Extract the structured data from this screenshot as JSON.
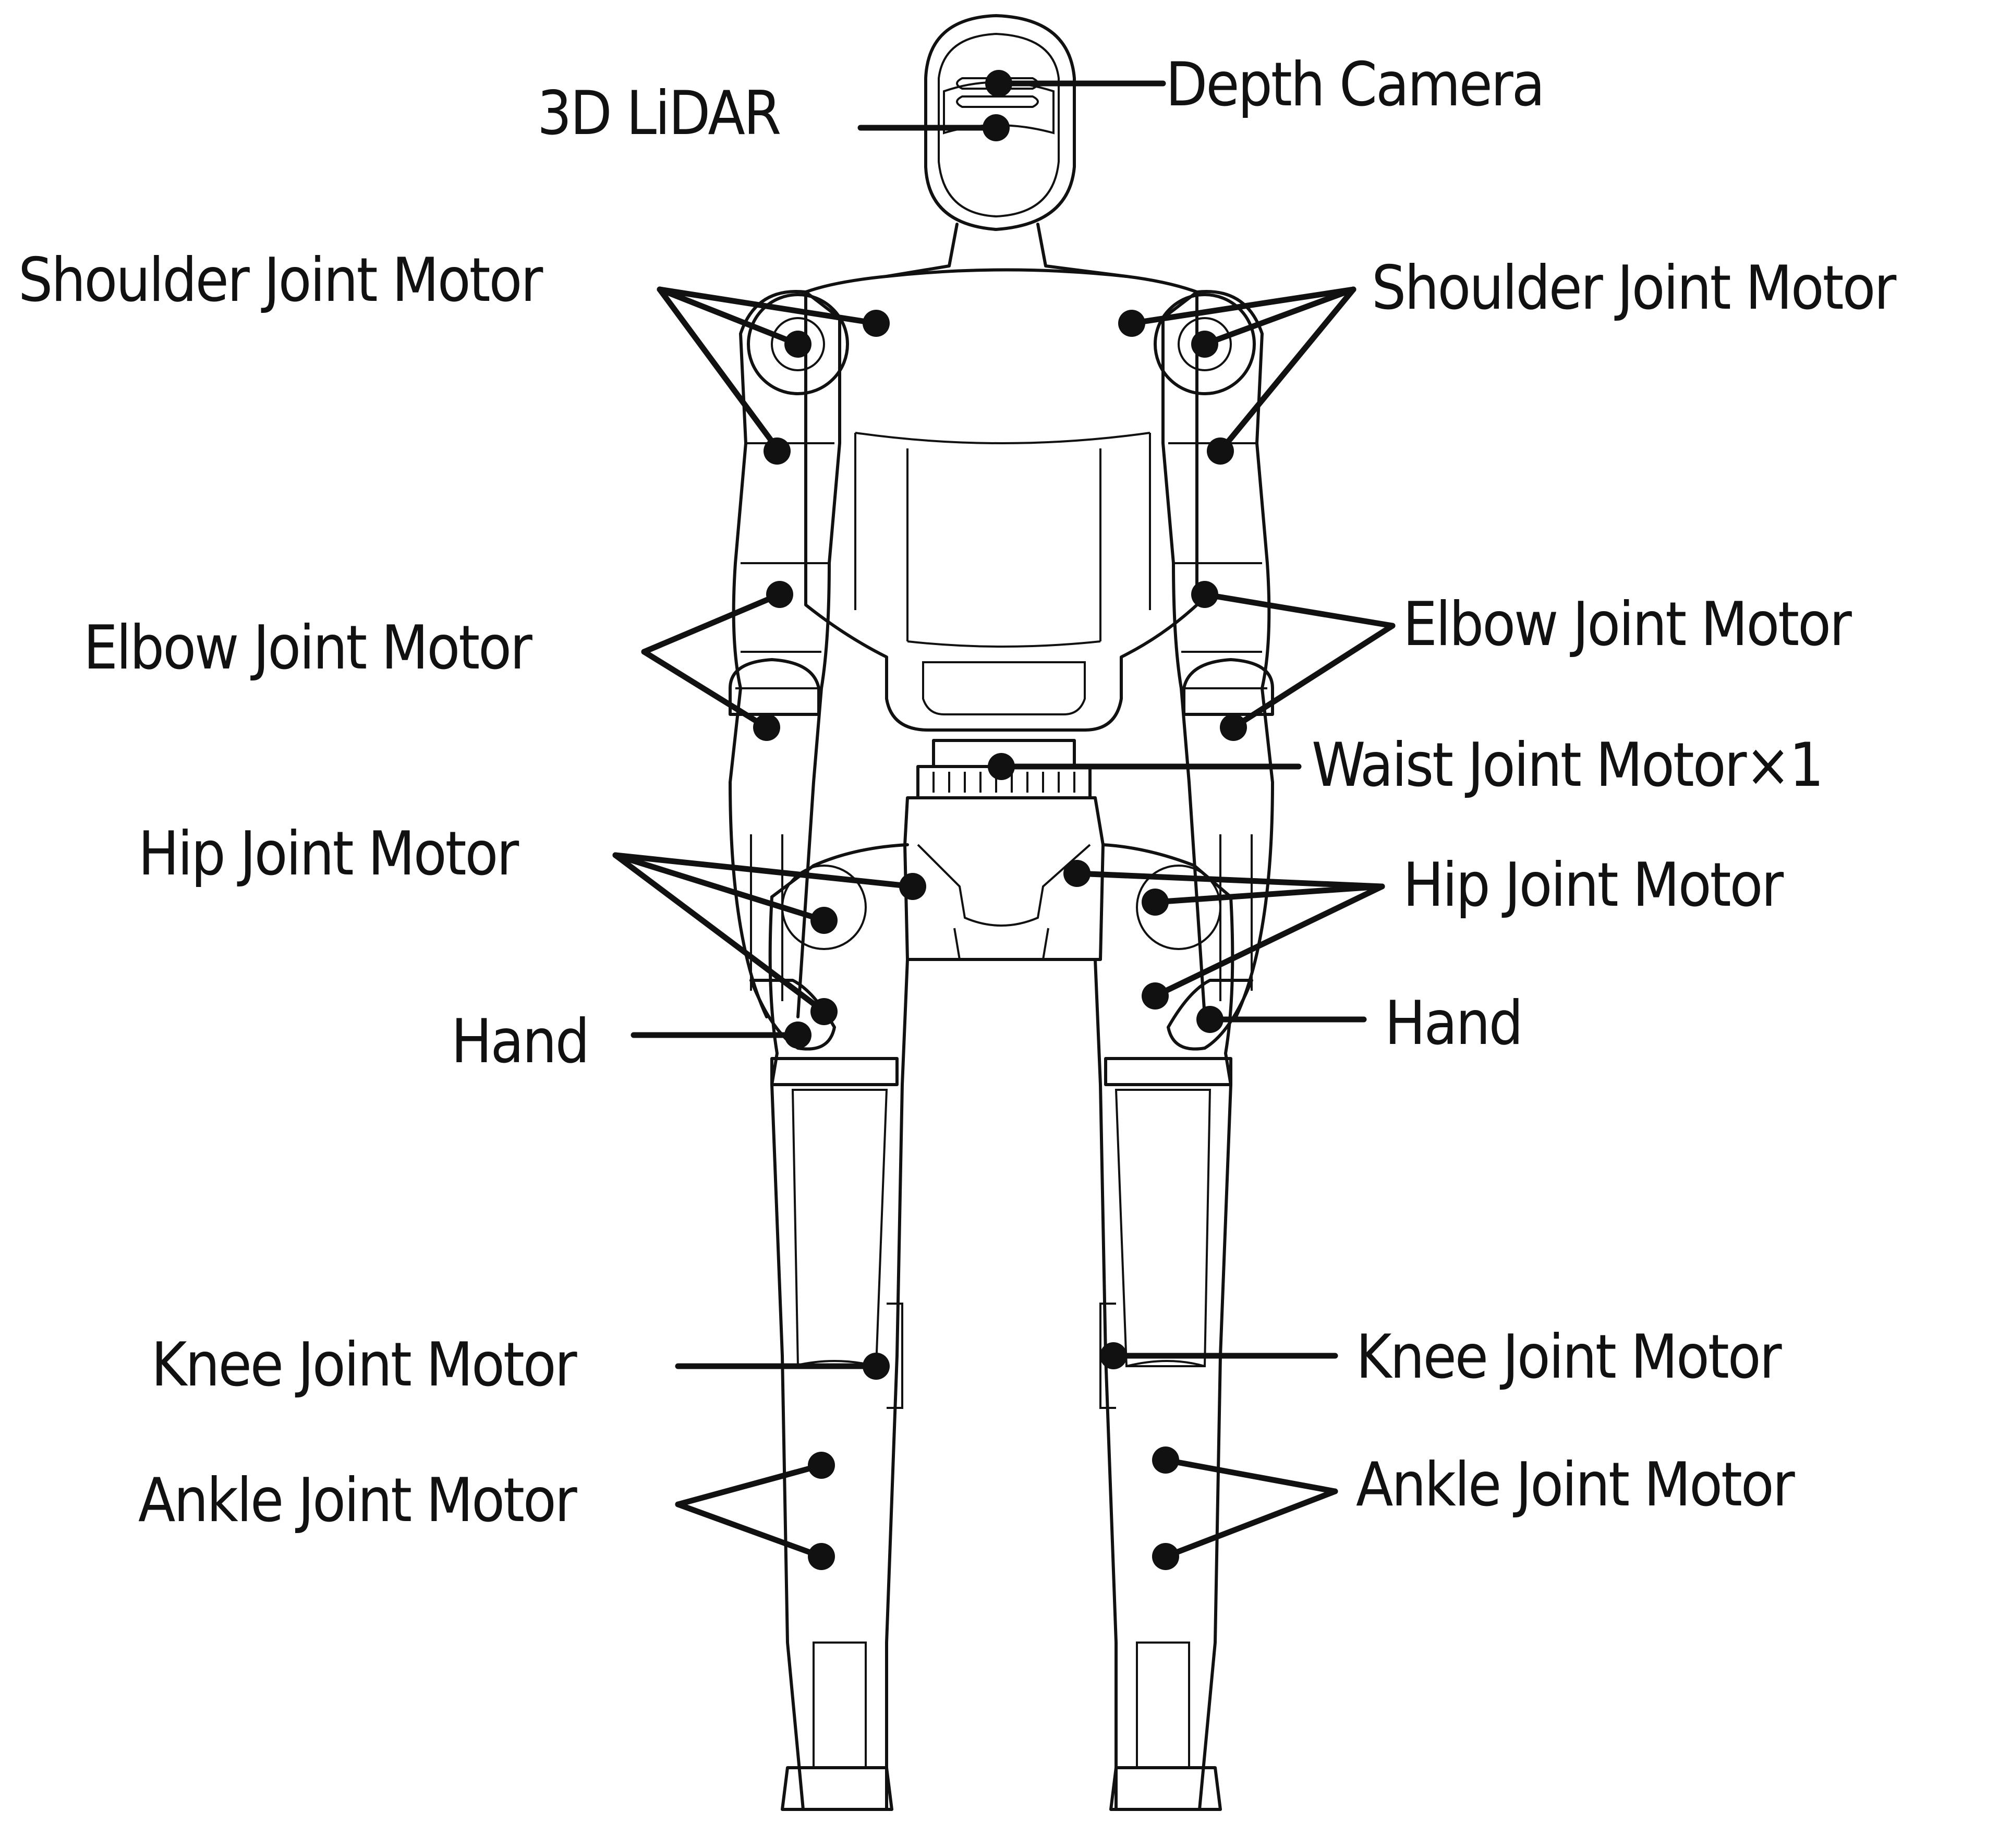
{
  "labels": {
    "lidar": "3D LiDAR",
    "depth_camera": "Depth Camera",
    "shoulder_left": "Shoulder Joint Motor",
    "shoulder_right": "Shoulder Joint Motor",
    "elbow_left": "Elbow Joint Motor",
    "elbow_right": "Elbow Joint Motor",
    "waist": "Waist Joint Motor×1",
    "hip_left": "Hip Joint Motor",
    "hip_right": "Hip Joint Motor",
    "hand_left": "Hand",
    "hand_right": "Hand",
    "knee_left": "Knee Joint Motor",
    "knee_right": "Knee Joint Motor",
    "ankle_left": "Ankle Joint Motor",
    "ankle_right": "Ankle Joint Motor"
  },
  "colors": {
    "line": "#111111",
    "background": "#ffffff"
  }
}
